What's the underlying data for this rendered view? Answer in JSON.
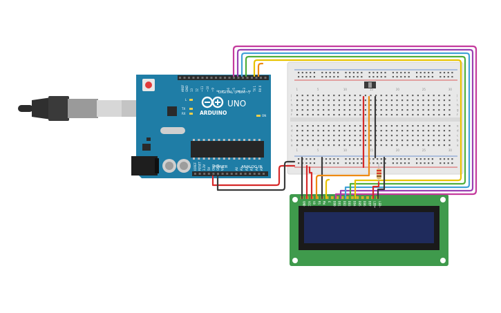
{
  "arduino": {
    "brand": "ARDUINO",
    "model": "UNO",
    "digital_label": "DIGITAL (PWM~)",
    "power_label": "POWER",
    "analog_label": "ANALOG IN",
    "on_label": "ON",
    "l_label": "L",
    "tx_label": "TX",
    "rx_label": "RX",
    "aref_label": "AREF",
    "gnd_label": "GND",
    "digital_pins": [
      "13",
      "12",
      "~11",
      "~10",
      "~9",
      "8",
      "7",
      "~6",
      "~5",
      "4",
      "~3",
      "2",
      "TX 1",
      "RX 0"
    ],
    "power_pins": [
      "IOREF",
      "RESET",
      "3.3V",
      "5V",
      "GND",
      "GND",
      "Vin"
    ],
    "analog_pins": [
      "A0",
      "A1",
      "A2",
      "A3",
      "A4",
      "A5"
    ]
  },
  "breadboard": {
    "row_letters_top": [
      "j",
      "i",
      "h",
      "g",
      "f"
    ],
    "row_letters_bottom": [
      "e",
      "d",
      "c",
      "b",
      "a"
    ],
    "column_numbers": [
      "1",
      "5",
      "10",
      "15",
      "20",
      "25",
      "30"
    ]
  },
  "lcd": {
    "pin_labels": [
      "GND",
      "VCC",
      "V0",
      "RS",
      "RW",
      "E",
      "DB0",
      "DB1",
      "DB2",
      "DB3",
      "DB4",
      "DB5",
      "DB6",
      "DB7",
      "LED+",
      "LED-"
    ],
    "screen_color": "#1f2b5c",
    "board_color": "#3f9a4c"
  },
  "colors": {
    "arduino_board": "#1f7da6",
    "breadboard": "#e8e8e8",
    "wire_red": "#d62828",
    "wire_black": "#3a3a3a",
    "wire_orange": "#ee8a12",
    "wire_yellow": "#e8c200",
    "wire_green": "#4fae3a",
    "wire_blue": "#41a2d6",
    "wire_purple": "#9b3fb2",
    "wire_magenta": "#c43a9d"
  }
}
